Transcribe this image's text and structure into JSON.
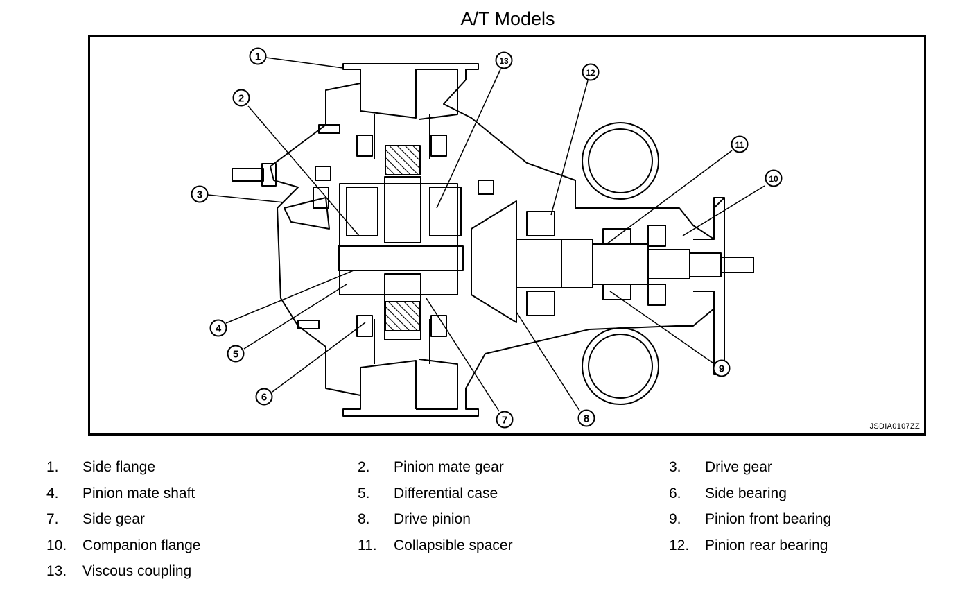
{
  "title": "A/T Models",
  "figure_code": "JSDIA0107ZZ",
  "callouts": [
    "1",
    "2",
    "3",
    "4",
    "5",
    "6",
    "7",
    "8",
    "9",
    "10",
    "11",
    "12",
    "13"
  ],
  "legend": [
    {
      "num": "1.",
      "label": "Side flange"
    },
    {
      "num": "2.",
      "label": "Pinion mate gear"
    },
    {
      "num": "3.",
      "label": "Drive gear"
    },
    {
      "num": "4.",
      "label": "Pinion mate shaft"
    },
    {
      "num": "5.",
      "label": "Differential case"
    },
    {
      "num": "6.",
      "label": "Side bearing"
    },
    {
      "num": "7.",
      "label": "Side gear"
    },
    {
      "num": "8.",
      "label": "Drive pinion"
    },
    {
      "num": "9.",
      "label": "Pinion front bearing"
    },
    {
      "num": "10.",
      "label": "Companion flange"
    },
    {
      "num": "11.",
      "label": "Collapsible spacer"
    },
    {
      "num": "12.",
      "label": "Pinion rear bearing"
    },
    {
      "num": "13.",
      "label": "Viscous coupling"
    }
  ]
}
